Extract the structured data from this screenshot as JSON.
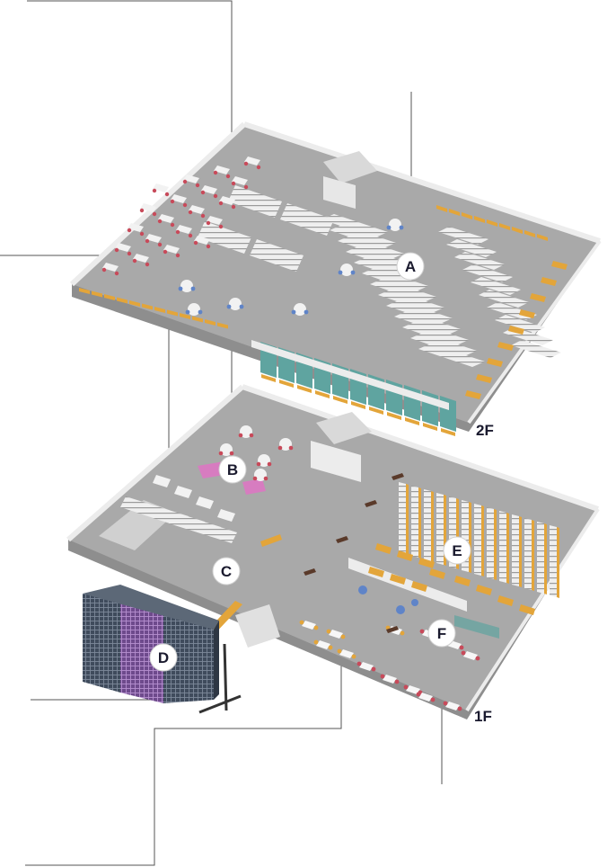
{
  "floors": [
    {
      "id": "floor-2f",
      "label": "2F"
    },
    {
      "id": "floor-1f",
      "label": "1F"
    }
  ],
  "markers": [
    {
      "id": "A",
      "label": "A"
    },
    {
      "id": "B",
      "label": "B"
    },
    {
      "id": "C",
      "label": "C"
    },
    {
      "id": "D",
      "label": "D"
    },
    {
      "id": "E",
      "label": "E"
    },
    {
      "id": "F",
      "label": "F"
    }
  ],
  "colors": {
    "floor": "#a9a9a9",
    "wall": "#ececec",
    "wall_shade": "#c9c9c9",
    "shelf": "#f2f2f2",
    "wood": "#e3a53a",
    "red_accent": "#c84a5a",
    "blue_accent": "#5f84c8",
    "pink_sofa": "#d77cc0",
    "teal_glass": "#5fa4a0",
    "leader_line": "#555555",
    "marker_bg": "#ffffff",
    "marker_text": "#1a1a2e",
    "storage_dark": "#3f4b5c",
    "storage_purple": "#8a5aa8"
  }
}
